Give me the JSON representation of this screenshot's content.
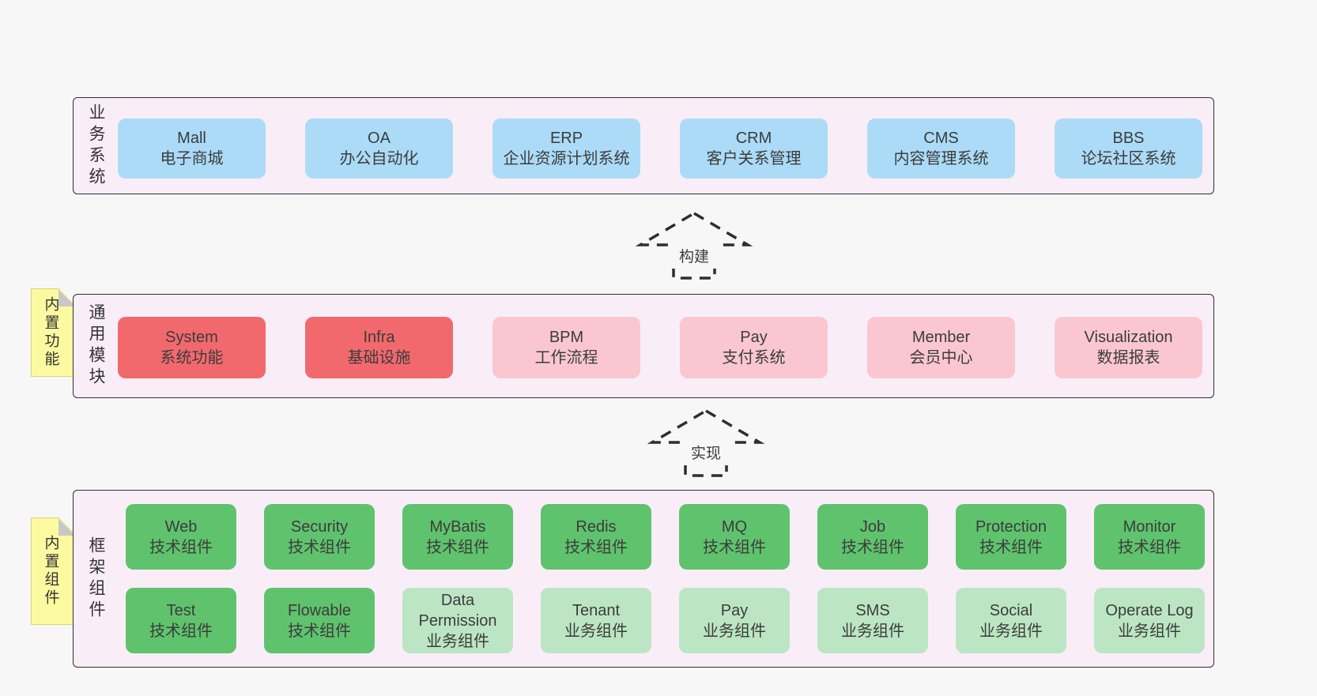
{
  "colors": {
    "blue": "#abdbf7",
    "red": "#f2696d",
    "pink": "#fac7d1",
    "green": "#5fc36d",
    "lightgreen": "#bce6c3",
    "note": "#fcfaa0",
    "panel": "#f9eef8",
    "page_background": "#f7f7f7",
    "border": "#2e2e2e"
  },
  "arrows": [
    {
      "label": "构建"
    },
    {
      "label": "实现"
    }
  ],
  "layers": [
    {
      "title": "业务系统",
      "boxes": [
        {
          "name": "Mall",
          "desc": "电子商城"
        },
        {
          "name": "OA",
          "desc": "办公自动化"
        },
        {
          "name": "ERP",
          "desc": "企业资源计划系统"
        },
        {
          "name": "CRM",
          "desc": "客户关系管理"
        },
        {
          "name": "CMS",
          "desc": "内容管理系统"
        },
        {
          "name": "BBS",
          "desc": "论坛社区系统"
        }
      ]
    },
    {
      "title": "通用模块",
      "note": "内置功能",
      "boxes": [
        {
          "name": "System",
          "desc": "系统功能"
        },
        {
          "name": "Infra",
          "desc": "基础设施"
        },
        {
          "name": "BPM",
          "desc": "工作流程"
        },
        {
          "name": "Pay",
          "desc": "支付系统"
        },
        {
          "name": "Member",
          "desc": "会员中心"
        },
        {
          "name": "Visualization",
          "desc": "数据报表"
        }
      ]
    },
    {
      "title": "框架组件",
      "note": "内置组件",
      "rows": [
        [
          {
            "name": "Web",
            "desc": "技术组件"
          },
          {
            "name": "Security",
            "desc": "技术组件"
          },
          {
            "name": "MyBatis",
            "desc": "技术组件"
          },
          {
            "name": "Redis",
            "desc": "技术组件"
          },
          {
            "name": "MQ",
            "desc": "技术组件"
          },
          {
            "name": "Job",
            "desc": "技术组件"
          },
          {
            "name": "Protection",
            "desc": "技术组件"
          },
          {
            "name": "Monitor",
            "desc": "技术组件"
          }
        ],
        [
          {
            "name": "Test",
            "desc": "技术组件"
          },
          {
            "name": "Flowable",
            "desc": "技术组件"
          },
          {
            "name": "Data Permission",
            "desc": "业务组件"
          },
          {
            "name": "Tenant",
            "desc": "业务组件"
          },
          {
            "name": "Pay",
            "desc": "业务组件"
          },
          {
            "name": "SMS",
            "desc": "业务组件"
          },
          {
            "name": "Social",
            "desc": "业务组件"
          },
          {
            "name": "Operate Log",
            "desc": "业务组件"
          }
        ]
      ]
    }
  ]
}
